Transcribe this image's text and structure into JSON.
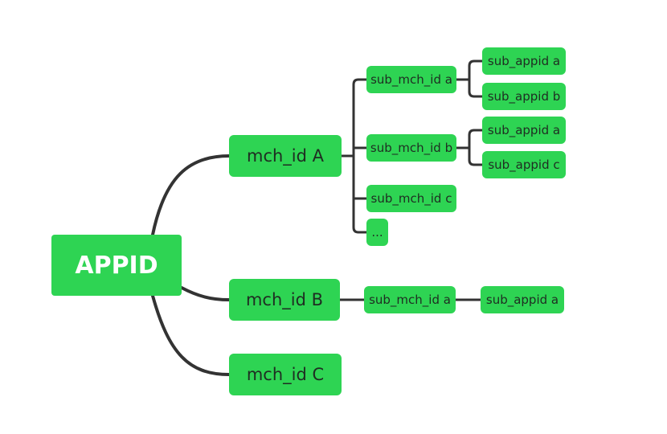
{
  "mindmap": {
    "root": "APPID",
    "mch_a": {
      "label": "mch_id A",
      "sub_a": {
        "label": "sub_mch_id a",
        "appids": [
          "sub_appid a",
          "sub_appid b"
        ]
      },
      "sub_b": {
        "label": "sub_mch_id b",
        "appids": [
          "sub_appid a",
          "sub_appid c"
        ]
      },
      "sub_c": {
        "label": "sub_mch_id c"
      },
      "more": "..."
    },
    "mch_b": {
      "label": "mch_id B",
      "sub_a": {
        "label": "sub_mch_id a",
        "appids": [
          "sub_appid a"
        ]
      }
    },
    "mch_c": {
      "label": "mch_id C"
    }
  },
  "colors": {
    "node_fill": "#2ed453",
    "connector": "#333333",
    "root_text": "#ffffff"
  }
}
